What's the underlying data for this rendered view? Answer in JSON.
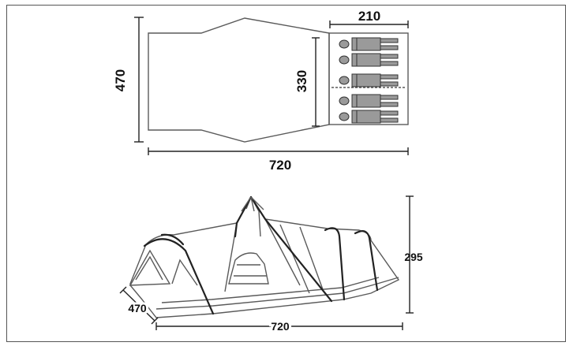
{
  "floorplan": {
    "width_label": "720",
    "depth_label": "470",
    "bedroom_width_label": "210",
    "bedroom_depth_label": "330",
    "sleepers": 5
  },
  "side_view": {
    "height_label": "295",
    "length_label": "720",
    "depth_label": "470"
  },
  "colors": {
    "outline": "#5a5a5a",
    "dimension": "#222222",
    "figure_fill": "#9a9a9a"
  }
}
